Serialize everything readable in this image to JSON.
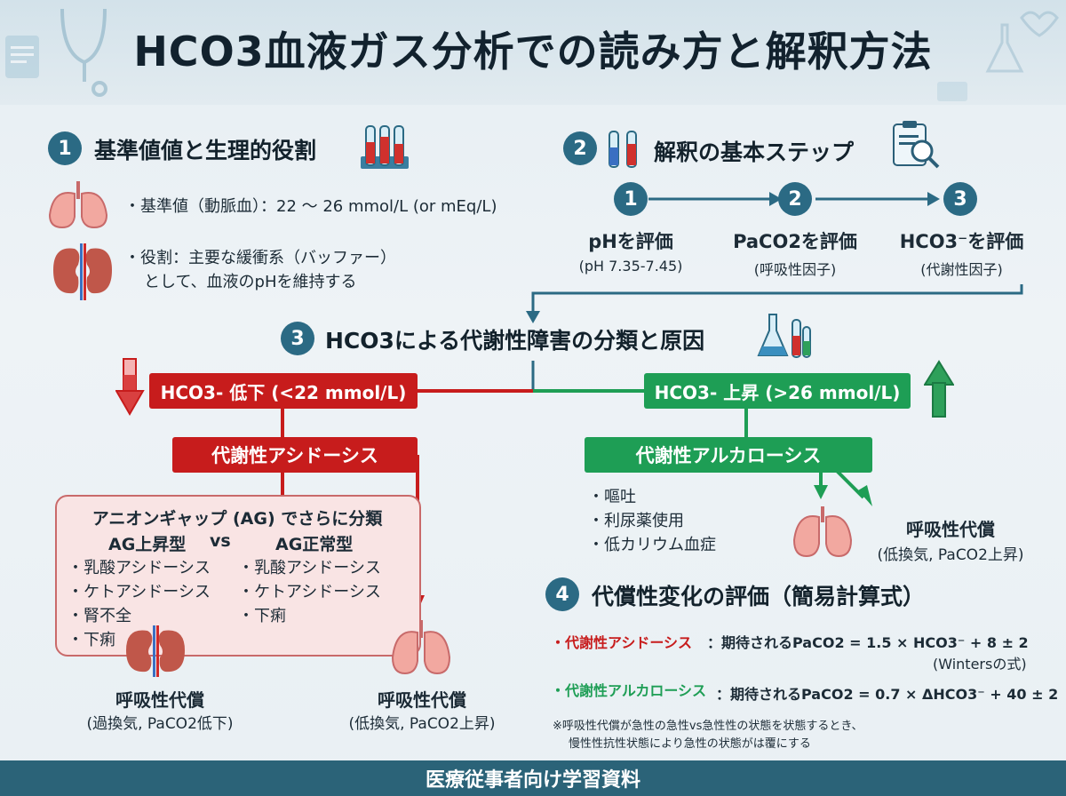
{
  "title": "HCO3血液ガス分析での読み方と解釈方法",
  "section1": {
    "num": "1",
    "title": "基準値値と生理的役割",
    "item1": "・基準値（動脈血）：22 〜 26 mmol/L (or mEq/L)",
    "item2_line1": "・役割：主要な緩衝系（バッファー）",
    "item2_line2": "として、血液のpHを維持する"
  },
  "section2": {
    "num": "2",
    "title": "解釈の基本ステップ",
    "steps": [
      {
        "num": "1",
        "label": "pHを評価",
        "sub": "(pH 7.35-7.45)"
      },
      {
        "num": "2",
        "label": "PaCO2を評価",
        "sub": "(呼吸性因子)"
      },
      {
        "num": "3",
        "label": "HCO3⁻を評価",
        "sub": "(代謝性因子)"
      }
    ]
  },
  "section3": {
    "num": "3",
    "title": "HCO3による代謝性障害の分類と原因",
    "low_label": "HCO3- 低下 (<22 mmol/L)",
    "high_label": "HCO3- 上昇 (>26 mmol/L)",
    "acidosis": "代謝性アシドーシス",
    "alkalosis": "代謝性アルカローシス",
    "ag_title": "アニオンギャップ (AG) でさらに分類",
    "ag_high": "AG上昇型",
    "vs": "vs",
    "ag_normal": "AG正常型",
    "ag_high_items": [
      "・乳酸アシドーシス",
      "・ケトアシドーシス",
      "・腎不全",
      "・下痢"
    ],
    "ag_normal_items": [
      "・乳酸アシドーシス",
      "・ケトアシドーシス",
      "・下痢"
    ],
    "comp_left_title": "呼吸性代償",
    "comp_left_sub": "(過換気, PaCO2低下)",
    "comp_mid_title": "呼吸性代償",
    "comp_mid_sub": "(低換気, PaCO2上昇)",
    "alk_causes": [
      "・嘔吐",
      "・利尿薬使用",
      "・低カリウム血症"
    ],
    "comp_right_title": "呼吸性代償",
    "comp_right_sub": "(低換気, PaCO2上昇)"
  },
  "section4": {
    "num": "4",
    "title": "代償性変化の評価（簡易計算式）",
    "acid_label": "・代謝性アシドーシス",
    "acid_formula": "：期待されるPaCO2 = 1.5 × HCO3⁻ + 8 ± 2",
    "acid_note": "(Wintersの式)",
    "alk_label": "・代謝性アルカローシス",
    "alk_formula": "：期待されるPaCO2 = 0.7 × ΔHCO3⁻ + 40 ± 2",
    "note_line1": "※呼吸性代償が急性の急性vs急性性の状態を状態するとき、",
    "note_line2": "慢性性抗性状態により急性の状態がは覆にする"
  },
  "footer": "医療従事者向け学習資料",
  "colors": {
    "teal": "#2b6a84",
    "red": "#c71c1c",
    "green": "#1e9e55",
    "footer": "#2b6378"
  }
}
